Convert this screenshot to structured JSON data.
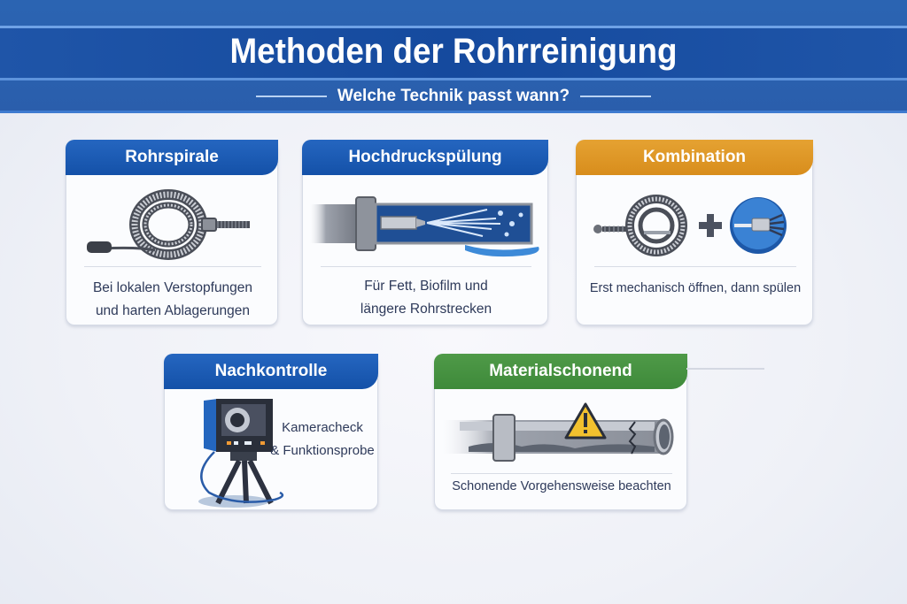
{
  "header": {
    "title": "Methoden der Rohrreinigung",
    "subtitle": "Welche Technik passt wann?"
  },
  "cards": [
    {
      "id": "rohrspirale",
      "title": "Rohrspirale",
      "header_color": "#1a5bb3",
      "icon": "drain-spiral-icon",
      "description_lines": [
        "Bei lokalen Verstopfungen",
        "und harten Ablagerungen"
      ]
    },
    {
      "id": "hochdruckspuelung",
      "title": "Hochdruckspülung",
      "header_color": "#1a5bb3",
      "icon": "high-pressure-jet-pipe-icon",
      "description_lines": [
        "Für Fett, Biofilm und",
        "längere Rohrstrecken"
      ]
    },
    {
      "id": "kombination",
      "title": "Kombination",
      "header_color": "#df971f",
      "icon": "spiral-plus-jet-icon",
      "description_lines": [
        "Erst mechanisch öffnen, dann spülen"
      ]
    },
    {
      "id": "nachkontrolle",
      "title": "Nachkontrolle",
      "header_color": "#1a5bb3",
      "icon": "inspection-camera-icon",
      "description_lines": [
        "Kameracheck",
        "& Funktionsprobe"
      ]
    },
    {
      "id": "materialschonend",
      "title": "Materialschonend",
      "header_color": "#46913f",
      "icon": "damaged-pipe-warning-icon",
      "description_lines": [
        "Schonende Vorgehensweise beachten"
      ]
    }
  ],
  "colors": {
    "banner_blue": "#2a5eac",
    "title_strip": "#154a9e",
    "accent_blue": "#1a5bb3",
    "accent_orange": "#df971f",
    "accent_green": "#46913f",
    "text_dark": "#2e3a5a"
  }
}
